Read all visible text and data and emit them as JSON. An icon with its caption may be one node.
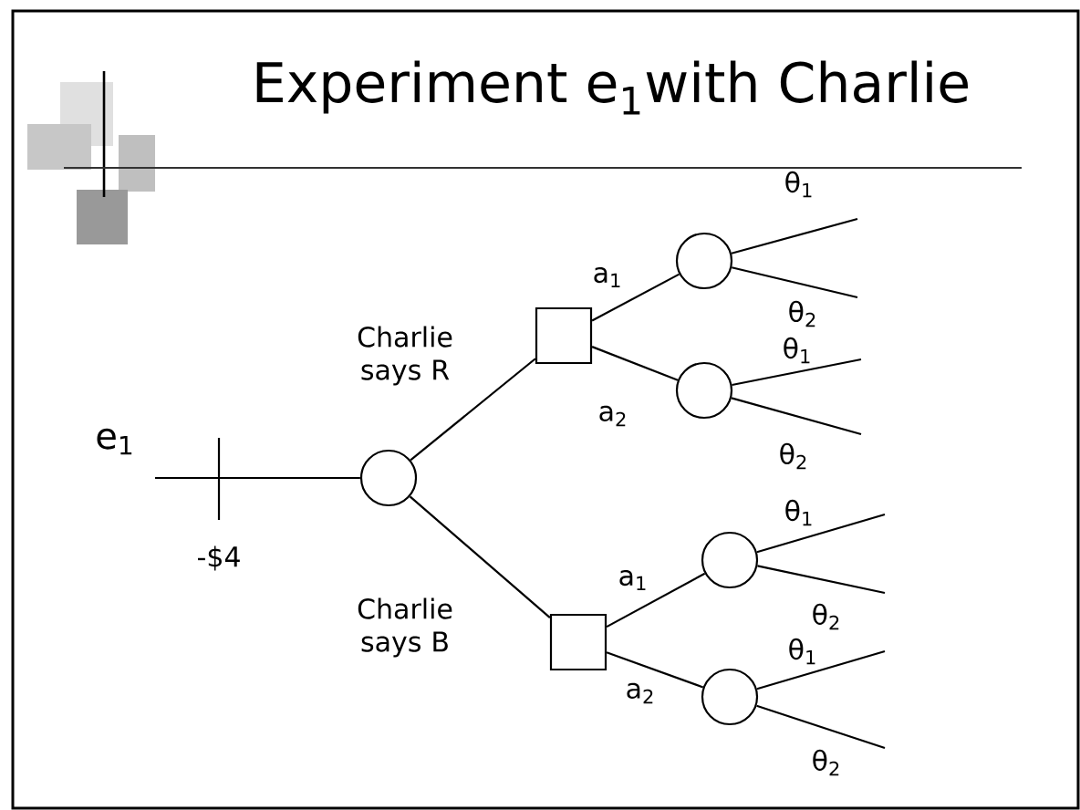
{
  "diagram": {
    "title": "Experiment e$_{1}$with Charlie",
    "nodes": [
      {
        "text": [],
        "shape": "circle"
      },
      {
        "text": [],
        "shape": "box"
      },
      {
        "text": [],
        "shape": "box"
      },
      {
        "text": [],
        "shape": "circle"
      },
      {
        "text": [],
        "shape": "circle"
      },
      {
        "text": [],
        "shape": "circle"
      },
      {
        "text": [],
        "shape": "circle"
      }
    ],
    "edges": [
      {
        "from": null,
        "to": 0,
        "arrow": "none"
      },
      {
        "from": 0,
        "to": 1,
        "arrow": "none",
        "label": "Charlie says R"
      },
      {
        "from": 0,
        "to": 2,
        "arrow": "none",
        "label": "Charlie says B"
      },
      {
        "from": 1,
        "to": 3,
        "arrow": "none",
        "label": "a$_{1}$"
      },
      {
        "from": 1,
        "to": 4,
        "arrow": "none",
        "label": "a$_{2}$"
      },
      {
        "from": 2,
        "to": 5,
        "arrow": "none",
        "label": "a$_{1}$"
      },
      {
        "from": 2,
        "to": 6,
        "arrow": "none",
        "label": "a$_{2}$"
      },
      {
        "from": 3,
        "to": null,
        "arrow": "none",
        "label": "θ$_{1}$"
      },
      {
        "from": 3,
        "to": null,
        "arrow": "none",
        "label": "θ$_{2}$"
      },
      {
        "from": 4,
        "to": null,
        "arrow": "none",
        "label": "θ$_{1}$"
      },
      {
        "from": 4,
        "to": null,
        "arrow": "none",
        "label": "θ$_{2}$"
      },
      {
        "from": 5,
        "to": null,
        "arrow": "none",
        "label": "θ$_{1}$"
      },
      {
        "from": 5,
        "to": null,
        "arrow": "none",
        "label": "θ$_{2}$"
      },
      {
        "from": 6,
        "to": null,
        "arrow": "none",
        "label": "θ$_{1}$"
      },
      {
        "from": 6,
        "to": null,
        "arrow": "none",
        "label": "θ$_{2}$"
      }
    ],
    "labels": [
      "e$_{1}$",
      "-$4"
    ]
  }
}
